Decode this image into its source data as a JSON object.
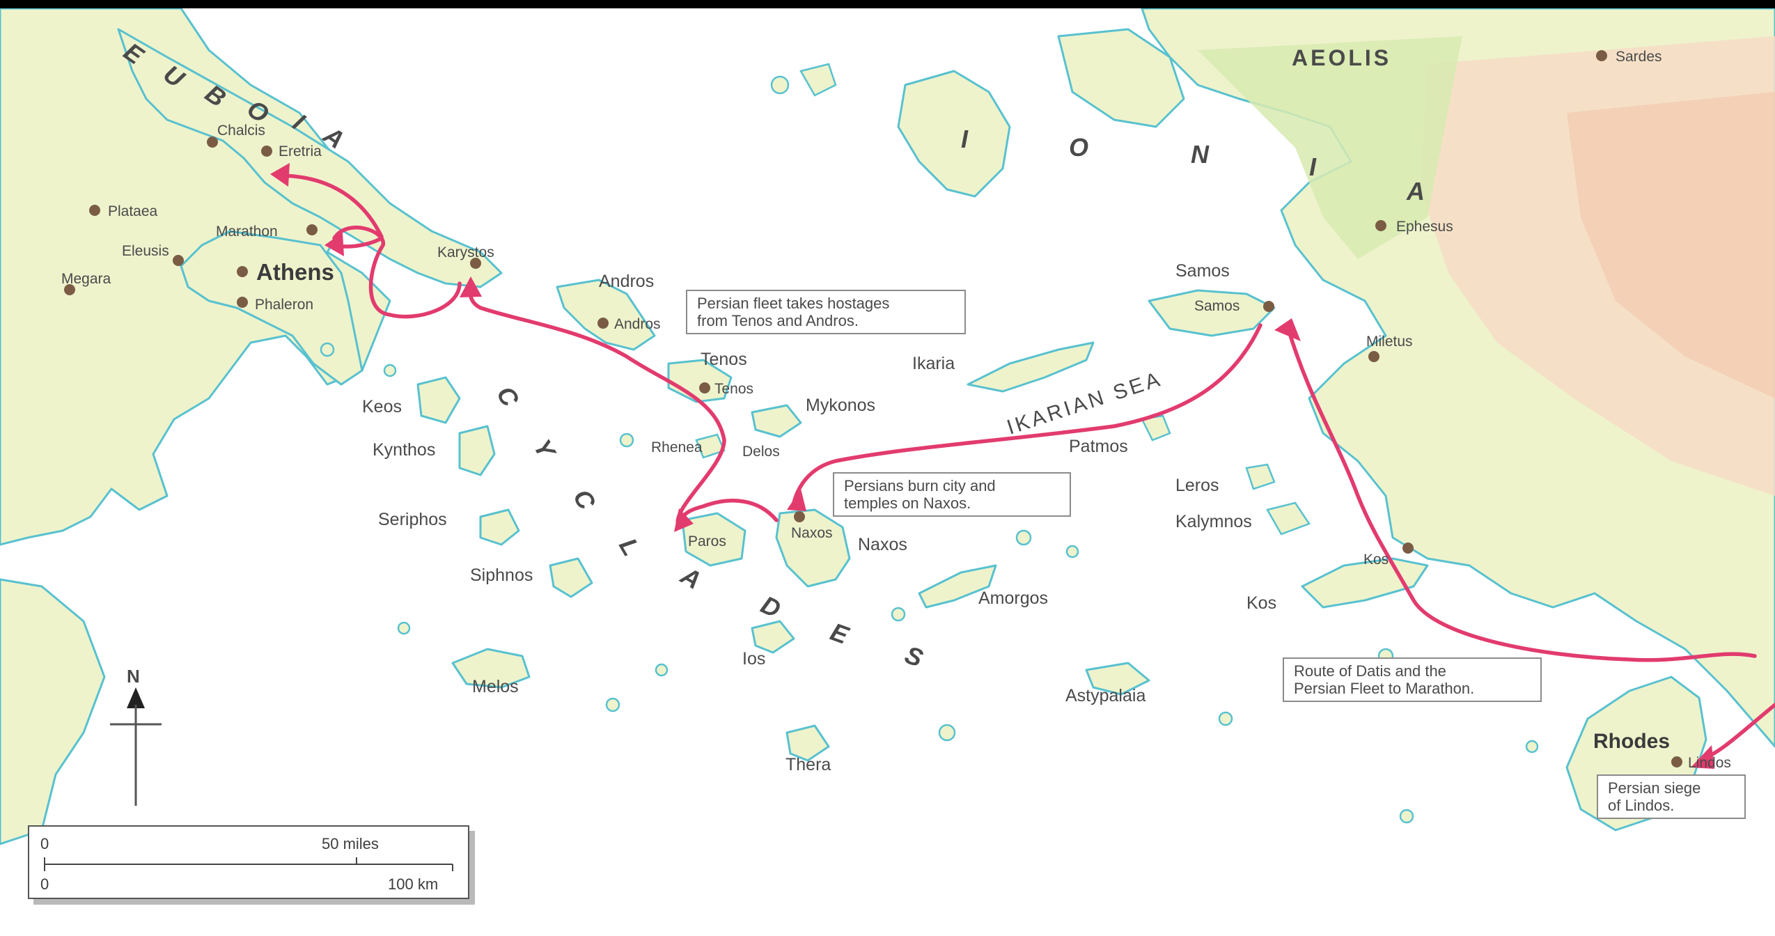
{
  "regions": {
    "euboia": [
      "E",
      "U",
      "B",
      "O",
      "I",
      "A"
    ],
    "ionia": [
      "I",
      "O",
      "N",
      "I",
      "A"
    ],
    "aeolis": "AEOLIS",
    "cyclades": [
      "C",
      "Y",
      "C",
      "L",
      "A",
      "D",
      "E",
      "S"
    ],
    "ikarian_sea": "IKARIAN SEA"
  },
  "places": {
    "chalcis": "Chalcis",
    "eretria": "Eretria",
    "plataea": "Plataea",
    "marathon": "Marathon",
    "eleusis": "Eleusis",
    "megara": "Megara",
    "athens": "Athens",
    "phaleron": "Phaleron",
    "karystos": "Karystos",
    "andros_island": "Andros",
    "andros_city": "Andros",
    "tenos_island": "Tenos",
    "tenos_city": "Tenos",
    "keos": "Keos",
    "kynthos": "Kynthos",
    "seriphos": "Seriphos",
    "siphnos": "Siphnos",
    "melos": "Melos",
    "rhenea": "Rhenea",
    "delos": "Delos",
    "mykonos": "Mykonos",
    "paros": "Paros",
    "naxos_city": "Naxos",
    "naxos_island": "Naxos",
    "ios": "Ios",
    "thera": "Thera",
    "amorgos": "Amorgos",
    "astypalaia": "Astypalaia",
    "ikaria": "Ikaria",
    "patmos": "Patmos",
    "leros": "Leros",
    "kalymnos": "Kalymnos",
    "kos_city": "Kos",
    "kos_island": "Kos",
    "samos_island": "Samos",
    "samos_city": "Samos",
    "miletus": "Miletus",
    "ephesus": "Ephesus",
    "sardes": "Sardes",
    "rhodes": "Rhodes",
    "lindos": "Lindos"
  },
  "notes": {
    "tenos_andros": [
      "Persian fleet takes hostages",
      "from Tenos and Andros."
    ],
    "naxos": [
      "Persians burn city and",
      "temples on Naxos."
    ],
    "route": [
      "Route of Datis and the",
      "Persian Fleet to Marathon."
    ],
    "lindos": [
      "Persian siege",
      "of Lindos."
    ]
  },
  "compass": {
    "north": "N"
  },
  "scale_bar": {
    "zero_top": "0",
    "miles": "50 miles",
    "zero_bottom": "0",
    "km": "100 km"
  },
  "colors": {
    "route": "#e23b6e",
    "land": "#eef3cc",
    "coast": "#58c1cf",
    "sea": "#ffffff",
    "city": "#7a5c44"
  }
}
